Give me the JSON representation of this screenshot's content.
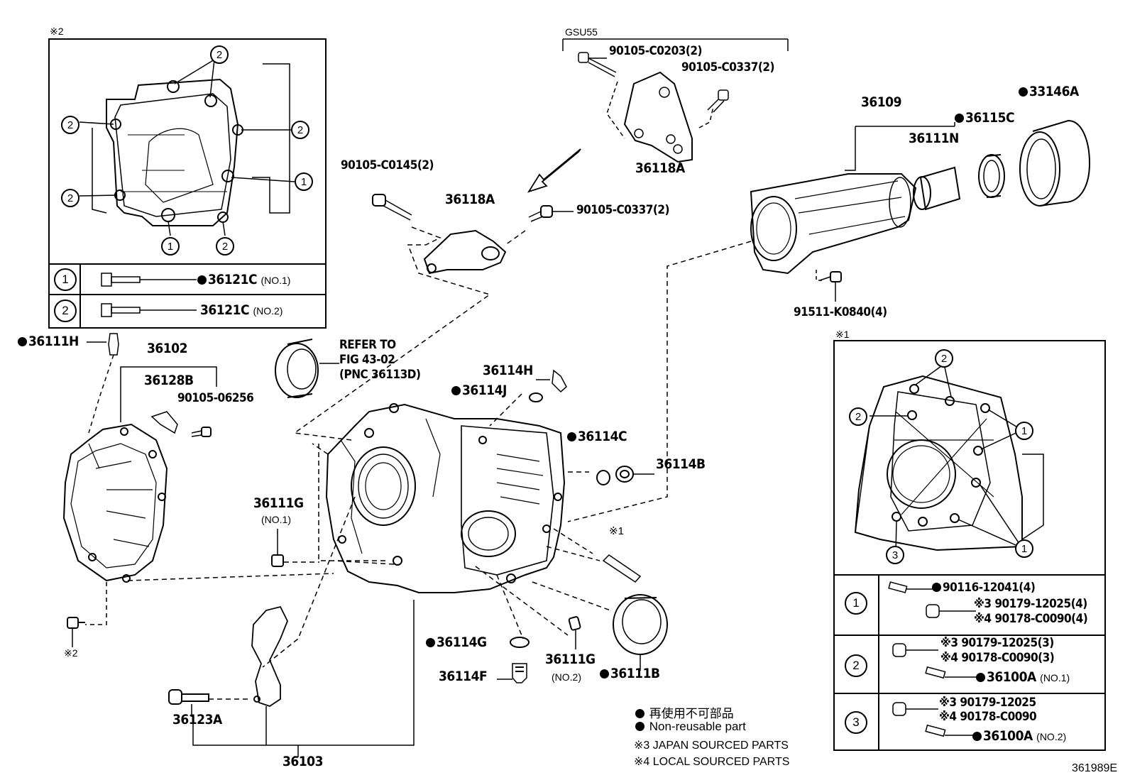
{
  "diagram": {
    "ref_code": "361989E",
    "inset_top_left": {
      "marker": "※2",
      "rows": [
        {
          "num": "1",
          "part": "36121C",
          "qualifier": "(NO.1)",
          "non_reusable": true
        },
        {
          "num": "2",
          "part": "36121C",
          "qualifier": "(NO.2)",
          "non_reusable": false
        }
      ]
    },
    "inset_right": {
      "marker": "※1",
      "rows": [
        {
          "num": "1",
          "lines": [
            {
              "text": "90116-12041(4)",
              "non_reusable": true
            },
            {
              "text": "※3 90179-12025(4)",
              "non_reusable": false
            },
            {
              "text": "※4 90178-C0090(4)",
              "non_reusable": false
            }
          ]
        },
        {
          "num": "2",
          "lines": [
            {
              "text": "※3 90179-12025(3)",
              "non_reusable": false
            },
            {
              "text": "※4 90178-C0090(3)",
              "non_reusable": false
            },
            {
              "text": "36100A",
              "qualifier": "(NO.1)",
              "non_reusable": true
            }
          ]
        },
        {
          "num": "3",
          "lines": [
            {
              "text": "※3 90179-12025",
              "non_reusable": false
            },
            {
              "text": "※4 90178-C0090",
              "non_reusable": false
            },
            {
              "text": "36100A",
              "qualifier": "(NO.2)",
              "non_reusable": true
            }
          ]
        }
      ]
    },
    "gsu_label": "GSU55",
    "refer_note": [
      "REFER TO",
      "FIG 43-02",
      "(PNC 36113D)"
    ],
    "parts": {
      "p90105_C0203": "90105-C0203(2)",
      "p90105_C0337_top": "90105-C0337(2)",
      "p36118A_top": "36118A",
      "p90105_C0145": "90105-C0145(2)",
      "p36118A": "36118A",
      "p90105_C0337": "90105-C0337(2)",
      "p36109": "36109",
      "p36111N": "36111N",
      "p36115C": "36115C",
      "p33146A": "33146A",
      "p91511": "91511-K0840(4)",
      "p36111H": "36111H",
      "p36102": "36102",
      "p36128B": "36128B",
      "p90105_06256": "90105-06256",
      "p36114H": "36114H",
      "p36114J": "36114J",
      "p36114C": "36114C",
      "p36114B": "36114B",
      "p36111G_1": "36111G",
      "p36111G_1q": "(NO.1)",
      "p36111G_2": "36111G",
      "p36111G_2q": "(NO.2)",
      "p36114G": "36114G",
      "p36114F": "36114F",
      "p36111B": "36111B",
      "p36123A": "36123A",
      "p36103": "36103",
      "mark_1": "※1",
      "mark_2": "※2"
    },
    "legend": {
      "jp": "再使用不可部品",
      "en": "Non-reusable part",
      "japan": "※3 JAPAN SOURCED PARTS",
      "local": "※4 LOCAL SOURCED PARTS"
    }
  }
}
